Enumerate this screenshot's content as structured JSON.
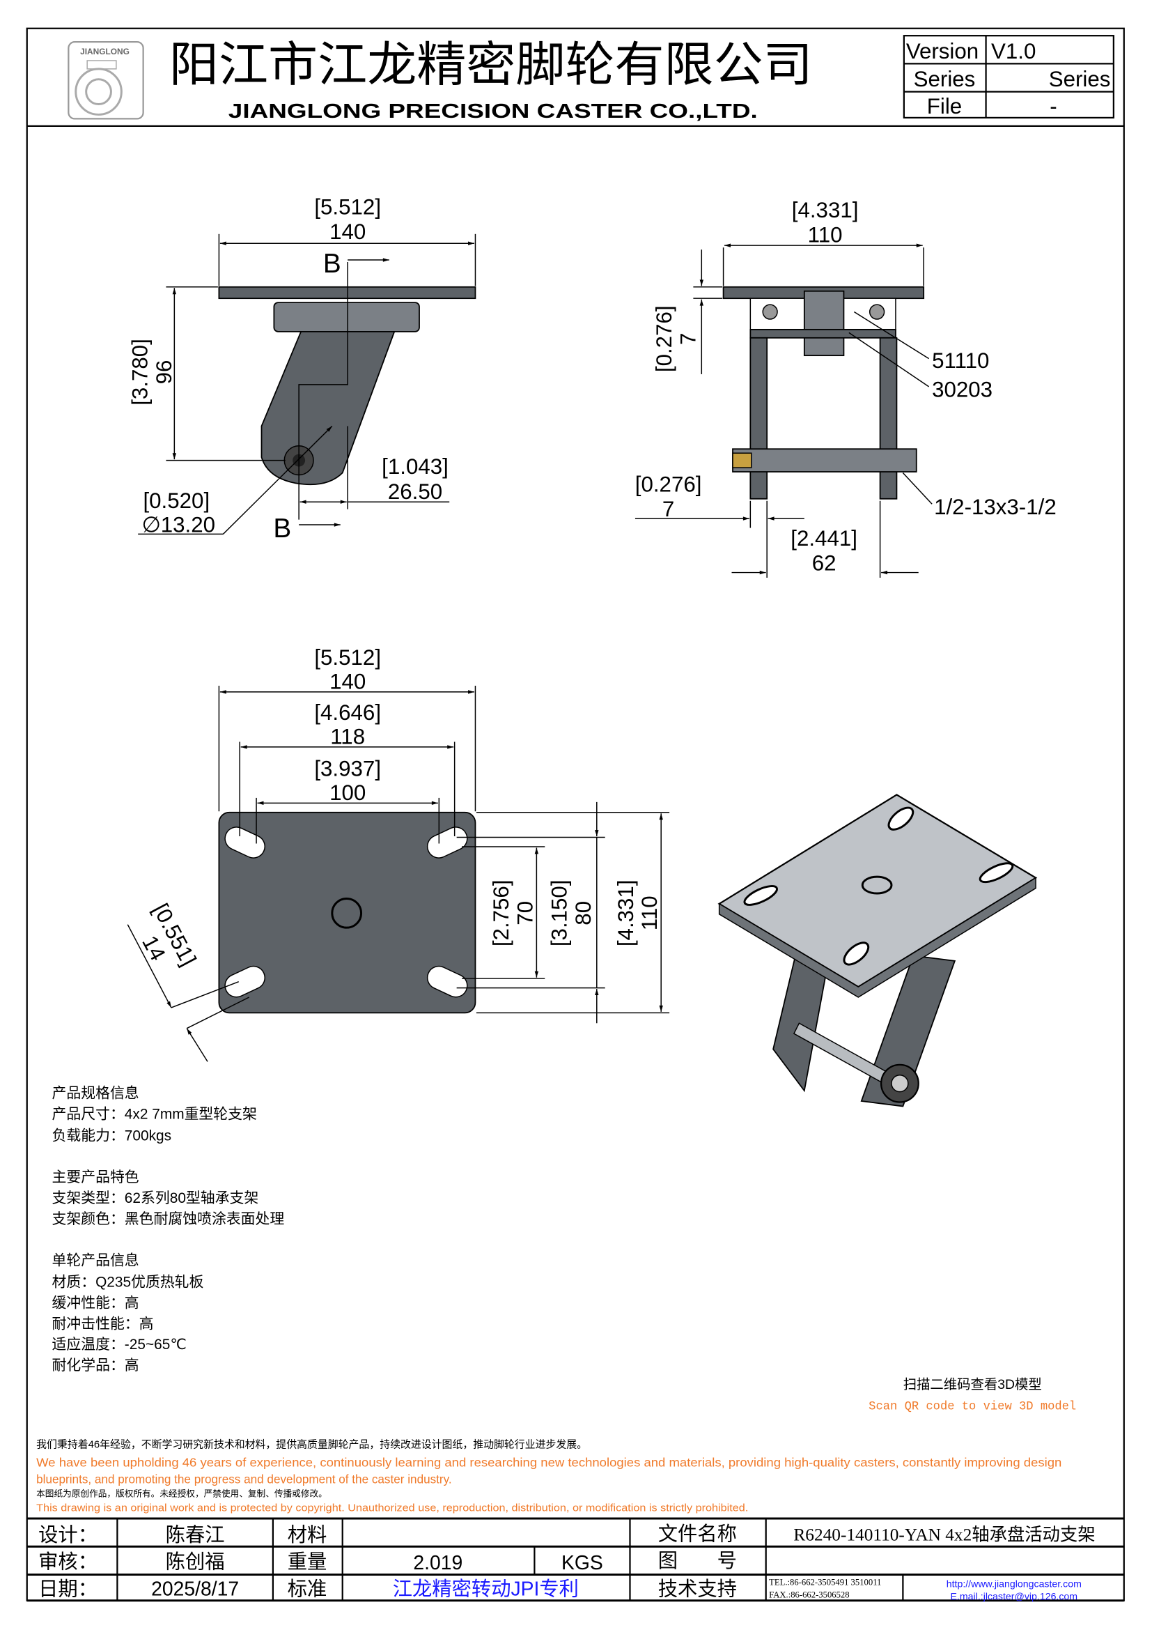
{
  "header": {
    "company_cn": "阳江市江龙精密脚轮有限公司",
    "company_en": "JIANGLONG PRECISION CASTER CO.,LTD.",
    "logo_text": "JIANGLONG",
    "info": [
      {
        "label": "Version",
        "value": "V1.0"
      },
      {
        "label": "Series",
        "value": "Series"
      },
      {
        "label": "File",
        "value": "-"
      }
    ]
  },
  "side_view": {
    "width_in": "[5.512]",
    "width_mm": "140",
    "height_in": "[3.780]",
    "height_mm": "96",
    "offset_in": "[1.043]",
    "offset_mm": "26.50",
    "bore_in": "[0.520]",
    "bore_mm": "∅13.20",
    "section_label": "B"
  },
  "front_view": {
    "width_in": "[4.331]",
    "width_mm": "110",
    "plate_in": "[0.276]",
    "plate_mm": "7",
    "leg_in": "[0.276]",
    "leg_mm": "7",
    "inner_in": "[2.441]",
    "inner_mm": "62",
    "bearing_1": "51110",
    "bearing_2": "30203",
    "bolt": "1/2-13x3-1/2"
  },
  "top_view": {
    "width_in": "[5.512]",
    "width_mm": "140",
    "hole_w_in": "[4.646]",
    "hole_w_mm": "118",
    "hole_w2_in": "[3.937]",
    "hole_w2_mm": "100",
    "hole_h_in": "[2.756]",
    "hole_h_mm": "70",
    "hole_h2_in": "[3.150]",
    "hole_h2_mm": "80",
    "height_in": "[4.331]",
    "height_mm": "110",
    "slot_in": "[0.551]",
    "slot_mm": "14"
  },
  "specs": {
    "sections": [
      {
        "title": "产品规格信息",
        "lines": [
          "产品尺寸：4x2 7mm重型轮支架",
          "负载能力：700kgs"
        ]
      },
      {
        "title": "主要产品特色",
        "lines": [
          "支架类型：62系列80型轴承支架",
          "支架颜色：黑色耐腐蚀喷涂表面处理"
        ]
      },
      {
        "title": "单轮产品信息",
        "lines": [
          "材质：Q235优质热轧板",
          "缓冲性能：高",
          "耐冲击性能：高",
          "适应温度：-25~65℃",
          "耐化学品：高"
        ]
      }
    ]
  },
  "qr": {
    "label_cn": "扫描二维码查看3D模型",
    "label_en": "Scan QR code to view 3D model"
  },
  "notice": {
    "cn_1": "我们秉持着46年经验，不断学习研究新技术和材料，提供高质量脚轮产品，持续改进设计图纸，推动脚轮行业进步发展。",
    "en_1a": "We have been upholding 46 years of experience, continuously learning and researching new technologies and materials, providing high-quality casters, constantly improving design",
    "en_1b": "blueprints, and promoting the progress and development of the caster industry.",
    "cn_2": "本图纸为原创作品，版权所有。未经授权，严禁使用、复制、传播或修改。",
    "en_2": "This drawing is an original work and is protected by copyright. Unauthorized use, reproduction, distribution, or modification is strictly prohibited."
  },
  "title_block": {
    "design_label": "设计：",
    "designer": "陈春江",
    "material_label": "材料",
    "material": "",
    "filename_label": "文件名称",
    "filename": "R6240-140110-YAN 4x2轴承盘活动支架",
    "review_label": "审核：",
    "reviewer": "陈创福",
    "weight_label": "重量",
    "weight": "2.019",
    "weight_unit": "KGS",
    "drawing_no_label": "图　　号",
    "drawing_no": "",
    "date_label": "日期：",
    "date": "2025/8/17",
    "standard_label": "标准",
    "standard": "江龙精密转动JPI专利",
    "support_label": "技术支持",
    "tel": "TEL.:86-662-3505491 3510011",
    "fax": "FAX.:86-662-3506528",
    "website": "http://www.jianglongcaster.com",
    "email": "E.mail.:jlcaster@vip.126.com"
  },
  "colors": {
    "accent_orange": "#f07a2a",
    "link_blue": "#1a1aff",
    "part_gray": "#5d6267"
  }
}
